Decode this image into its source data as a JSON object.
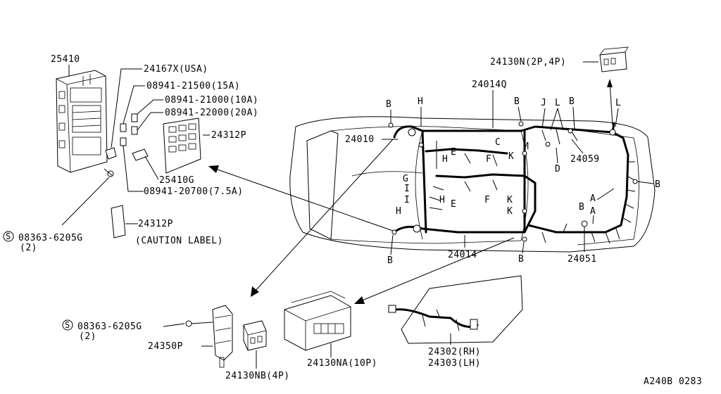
{
  "figure_code": "A240B 0283",
  "parts": {
    "p25410": "25410",
    "p24167x": "24167X(USA)",
    "p08941_21500": "08941-21500(15A)",
    "p08941_21000": "08941-21000(10A)",
    "p08941_22000": "08941-22000(20A)",
    "p24312p_top": "24312P",
    "p25410g": "25410G",
    "p08941_20700": "08941-20700(7.5A)",
    "p08363_top": "08363-6205G",
    "p08363_top_qty": "(2)",
    "p24312p_label": "24312P",
    "caution_label": "(CAUTION LABEL)",
    "p24130n": "24130N(2P,4P)",
    "p24014q": "24014Q",
    "p24010": "24010",
    "p24059": "24059",
    "p24014": "24014",
    "p24051": "24051",
    "p08363_bottom": "08363-6205G",
    "p08363_bottom_qty": "(2)",
    "p24350p": "24350P",
    "p24130nb": "24130NB(4P)",
    "p24130na": "24130NA(10P)",
    "p24302": "24302(RH)",
    "p24303": "24303(LH)"
  },
  "callouts": {
    "B": "B",
    "H": "H",
    "C": "C",
    "M": "M",
    "J": "J",
    "L": "L",
    "K": "K",
    "D": "D",
    "E": "E",
    "F": "F",
    "G": "G",
    "I": "I",
    "A": "A"
  },
  "screw_symbol": "S"
}
